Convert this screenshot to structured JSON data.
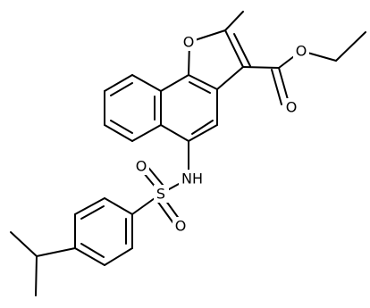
{
  "molecule": {
    "atoms": {
      "ring_oxygen": "O",
      "ester_ether_oxygen": "O",
      "carbonyl_oxygen": "O",
      "amine_nh": "NH",
      "sulfur": "S",
      "sulfonyl_oxygen_top": "O",
      "sulfonyl_oxygen_bottom": "O"
    }
  }
}
